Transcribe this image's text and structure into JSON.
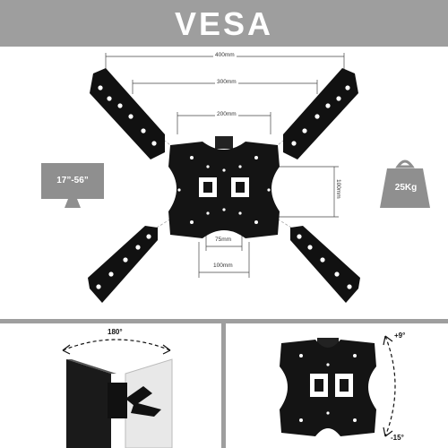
{
  "header": {
    "title": "VESA"
  },
  "dimensions": {
    "width_400": "400mm",
    "width_300": "300mm",
    "width_200": "200mm",
    "height_100": "100mm",
    "width_75": "75mm",
    "width_100": "100mm"
  },
  "screen_size": {
    "label": "17”-56”"
  },
  "max_load": {
    "label": "25Kg"
  },
  "swivel": {
    "label": "180°"
  },
  "tilt": {
    "up_label": "+9°",
    "down_label": "-15°"
  },
  "colors": {
    "banner": "#9e9e9e",
    "bracket": "#111111",
    "icon_gray": "#8f8f8f"
  }
}
